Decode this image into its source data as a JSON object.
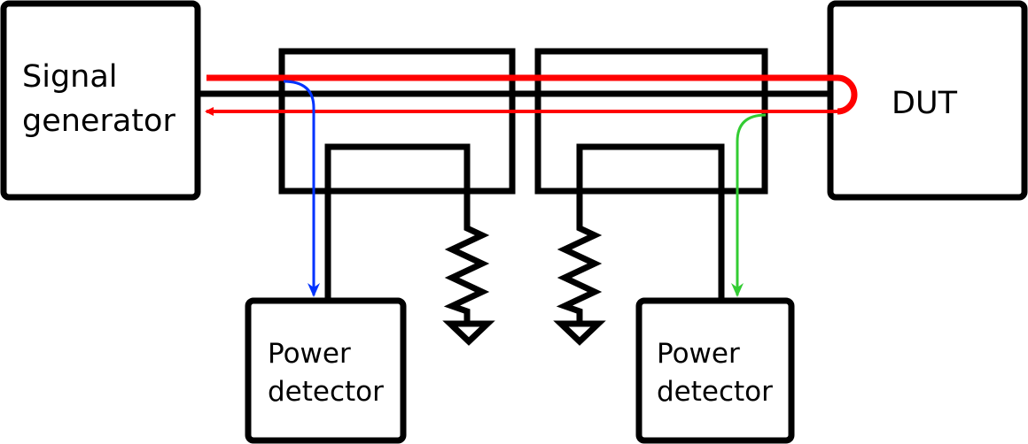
{
  "blocks": {
    "signal_generator": {
      "line1": "Signal",
      "line2": "generator"
    },
    "dut": {
      "label": "DUT"
    },
    "power_detector_left": {
      "line1": "Power",
      "line2": "detector"
    },
    "power_detector_right": {
      "line1": "Power",
      "line2": "detector"
    }
  },
  "colors": {
    "forward_signal": "#ff0000",
    "reflected_signal": "#ff0000",
    "forward_coupled": "#0033ff",
    "reflected_coupled": "#33cc33",
    "wiring": "#000000"
  }
}
